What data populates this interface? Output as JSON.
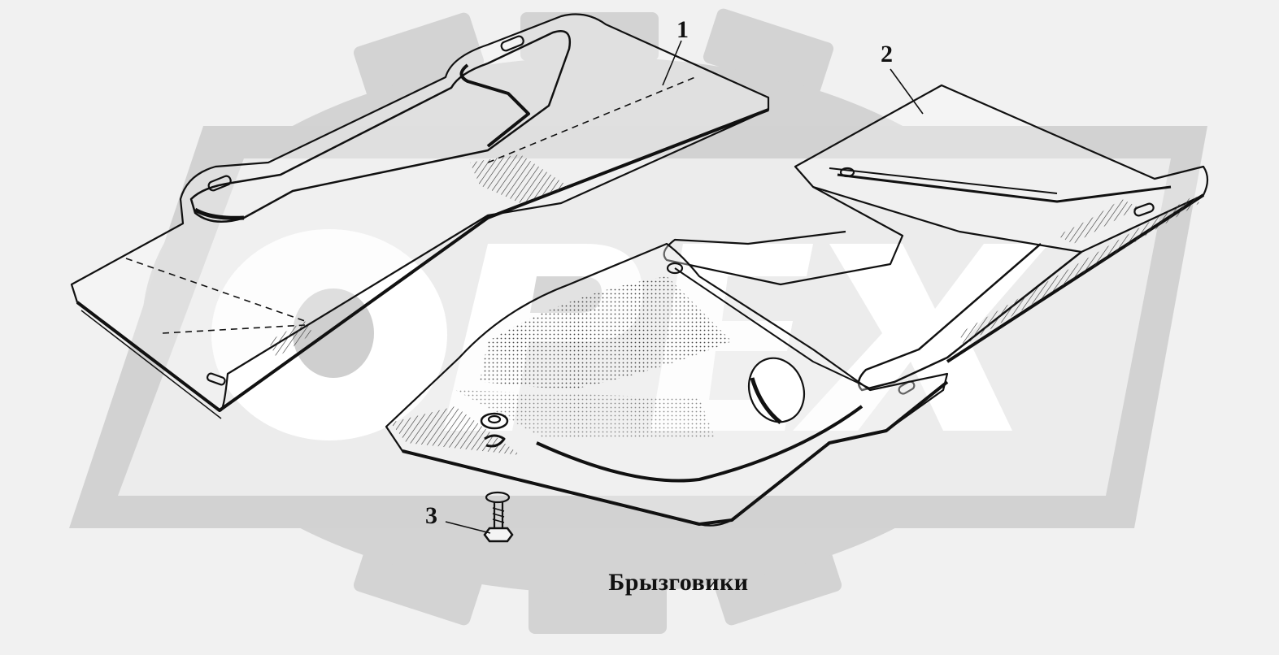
{
  "caption": "Брызговики",
  "callouts": [
    {
      "id": "1",
      "label": "1"
    },
    {
      "id": "2",
      "label": "2"
    },
    {
      "id": "3",
      "label": "3"
    }
  ],
  "watermark": {
    "text_letters": [
      "O",
      "P",
      "E",
      "X"
    ],
    "color": "#d2d2d2"
  },
  "colors": {
    "background": "#f1f1f1",
    "line": "#111111",
    "part_fill": "#f4f4f4"
  }
}
